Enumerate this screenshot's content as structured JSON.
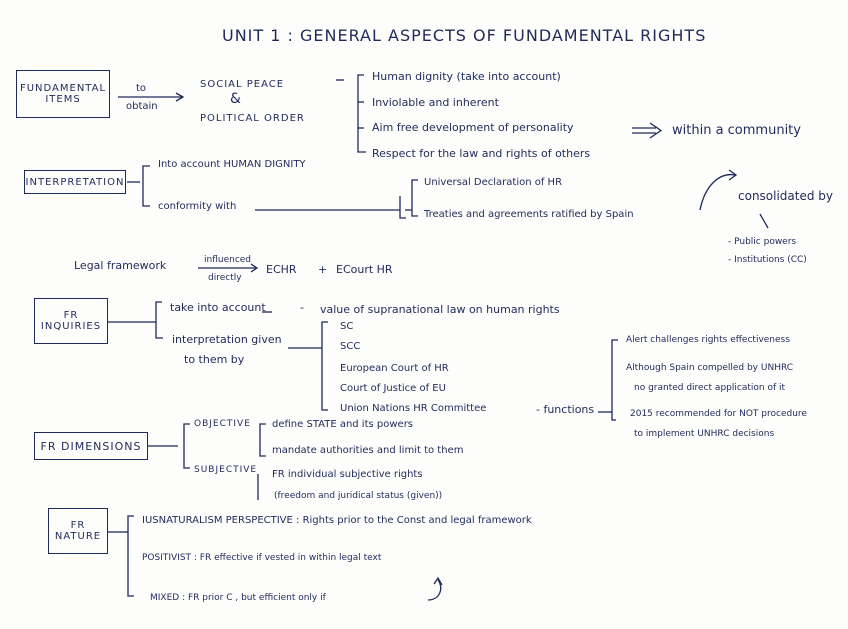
{
  "title": "UNIT 1 : GENERAL ASPECTS OF FUNDAMENTAL RIGHTS",
  "fundamental_items": {
    "box_line1": "FUNDAMENTAL",
    "box_line2": "ITEMS",
    "arrow_top": "to",
    "arrow_bottom": "obtain",
    "goal1": "SOCIAL PEACE",
    "goal_amp": "&",
    "goal2": "POLITICAL ORDER",
    "items": [
      "Human dignity (take into account)",
      "Inviolable and inherent",
      "Aim free development of personality",
      "Respect for the law and rights of others"
    ],
    "community": "within a community"
  },
  "interpretation": {
    "box": "INTERPRETATION",
    "branch1": "Into account HUMAN DIGNITY",
    "branch2": "conformity with",
    "sub1": "Universal Declaration of HR",
    "sub2": "Treaties and agreements ratified by Spain",
    "consolidated": "consolidated by",
    "powers1": "- Public powers",
    "powers2": "- Institutions (CC)"
  },
  "legal_framework": {
    "label": "Legal framework",
    "arrow_top": "influenced",
    "arrow_bottom": "directly",
    "echr": "ECHR",
    "plus": "+",
    "ecourt": "ECourt HR"
  },
  "inquiries": {
    "box_line1": "FR",
    "box_line2": "INQUIRIES",
    "take": "take into account",
    "dash": "-",
    "value": "value of supranational law on human rights",
    "interp1": "interpretation given",
    "interp2": "to them by",
    "bodies": [
      "SC",
      "SCC",
      "European Court of HR",
      "Court of Justice of EU",
      "Union Nations HR Committee"
    ],
    "functions": "- functions",
    "notes": [
      "Alert challenges rights effectiveness",
      "Although Spain compelled by UNHRC",
      "no granted direct application of it",
      "2015 recommended for NOT procedure",
      "to implement UNHRC decisions"
    ]
  },
  "dimensions": {
    "box": "FR DIMENSIONS",
    "objective": "OBJECTIVE",
    "obj1": "define STATE and its powers",
    "obj2": "mandate authorities and limit to them",
    "subjective": "SUBJECTIVE",
    "subj1": "FR individual subjective rights",
    "subj2": "(freedom and juridical status (given))"
  },
  "nature": {
    "box_line1": "FR",
    "box_line2": "NATURE",
    "item1": "IUSNATURALISM PERSPECTIVE : Rights prior to the Const and legal framework",
    "item2": "POSITIVIST : FR effective if vested in within legal text",
    "item3": "MIXED : FR prior C , but efficient only if"
  },
  "colors": {
    "ink": "#1f2a5a",
    "paper": "#fdfdfb"
  }
}
